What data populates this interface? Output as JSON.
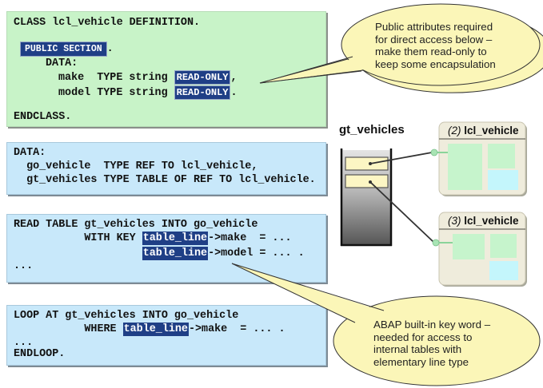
{
  "code_blocks": {
    "class_definition": {
      "line1": "CLASS lcl_vehicle DEFINITION.",
      "public_section_keyword": "PUBLIC SECTION",
      "public_section_suffix": ".",
      "line_data": "DATA:",
      "make_prefix": "make  TYPE string ",
      "make_keyword": "READ-ONLY",
      "make_suffix": ",",
      "model_prefix": "model TYPE string ",
      "model_keyword": "READ-ONLY",
      "model_suffix": ".",
      "line_end": "ENDCLASS."
    },
    "data_declaration": {
      "line1": "DATA:",
      "line2": "  go_vehicle  TYPE REF TO lcl_vehicle,",
      "line3": "  gt_vehicles TYPE TABLE OF REF TO lcl_vehicle."
    },
    "read_table": {
      "line1": "READ TABLE gt_vehicles INTO go_vehicle",
      "line2_prefix": "           WITH KEY ",
      "line2_keyword": "table_line",
      "line2_suffix": "->make  = ...",
      "line3_prefix": "                    ",
      "line3_keyword": "table_line",
      "line3_suffix": "->model = ... .",
      "line4": "..."
    },
    "loop_at": {
      "line1": "LOOP AT gt_vehicles INTO go_vehicle",
      "line2_prefix": "           WHERE ",
      "line2_keyword": "table_line",
      "line2_suffix": "->make  = ... .",
      "line3": "...",
      "line4": "ENDLOOP."
    }
  },
  "callouts": {
    "top": "Public attributes required\nfor direct access below –\nmake them read-only to\nkeep some encapsulation",
    "bottom": "ABAP built-in key word –\nneeded for access to\ninternal tables with\nelementary line type"
  },
  "diagram": {
    "table_label": "gt_vehicles",
    "objects": [
      {
        "index": "(2)",
        "name": "lcl_vehicle"
      },
      {
        "index": "(3)",
        "name": "lcl_vehicle"
      }
    ]
  },
  "colors": {
    "code_green": "#c8f3c8",
    "code_blue": "#c8e8fa",
    "keyword_highlight": "#1f3f86",
    "callout_fill": "#fbf6b8",
    "object_fill": "#efecdc",
    "attr_green": "#c6f4cc",
    "attr_cyan": "#c4f6fc"
  }
}
